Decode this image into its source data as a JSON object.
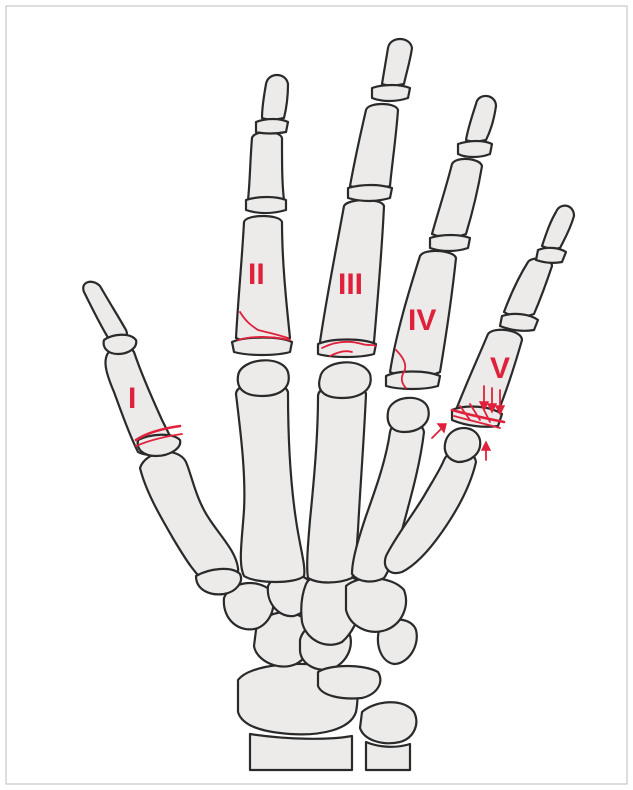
{
  "labels": {
    "thumb": "I",
    "index": "II",
    "middle": "III",
    "ring": "IV",
    "little": "V"
  },
  "colors": {
    "bone_fill": "#ecebea",
    "outline": "#2a2a2a",
    "fracture": "#e0213b",
    "border": "#bdbdbd"
  }
}
